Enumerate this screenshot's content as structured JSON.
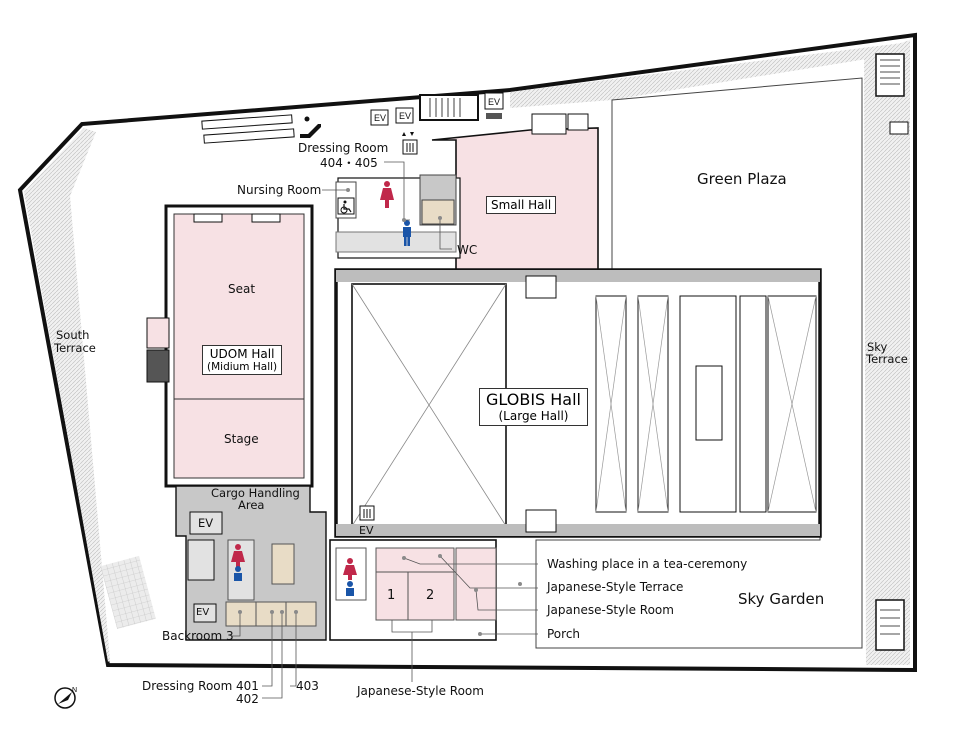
{
  "labels": {
    "green_plaza": "Green Plaza",
    "sky_garden": "Sky Garden",
    "sky_terrace_1": "Sky",
    "sky_terrace_2": "Terrace",
    "south_terrace_1": "South",
    "south_terrace_2": "Terrace",
    "dressing_room_top": "Dressing Room",
    "dressing_room_top_nums": "404・405",
    "nursing_room": "Nursing Room",
    "wc": "WC",
    "small_hall": "Small Hall",
    "seat": "Seat",
    "stage": "Stage",
    "udom_hall": "UDOM Hall",
    "udom_hall_sub": "(Midium Hall)",
    "globis_hall": "GLOBIS Hall",
    "globis_hall_sub": "(Large Hall)",
    "cargo_handling_1": "Cargo Handling",
    "cargo_handling_2": "Area",
    "ev": "EV",
    "backroom": "Backroom 3",
    "dressing_room_bottom": "Dressing Room",
    "room_401": "401",
    "room_402": "402",
    "room_403": "403",
    "japanese_room_bottom": "Japanese-Style Room",
    "washing_place": "Washing place in a tea-ceremony",
    "japanese_terrace": "Japanese-Style Terrace",
    "japanese_room_right": "Japanese-Style Room",
    "porch": "Porch",
    "room_1": "1",
    "room_2": "2"
  },
  "colors": {
    "hall_pink": "#f7e1e4",
    "wall": "#1a1a1a",
    "service_gray": "#c8c8c8",
    "light_gray": "#e2e2e2",
    "tan": "#e8dcc6",
    "female": "#c0284a",
    "male": "#1a55a8"
  },
  "icons": [
    "elevator-icon",
    "escalator-icon",
    "female-wc-icon",
    "male-wc-icon",
    "accessible-wc-icon",
    "compass-icon"
  ]
}
